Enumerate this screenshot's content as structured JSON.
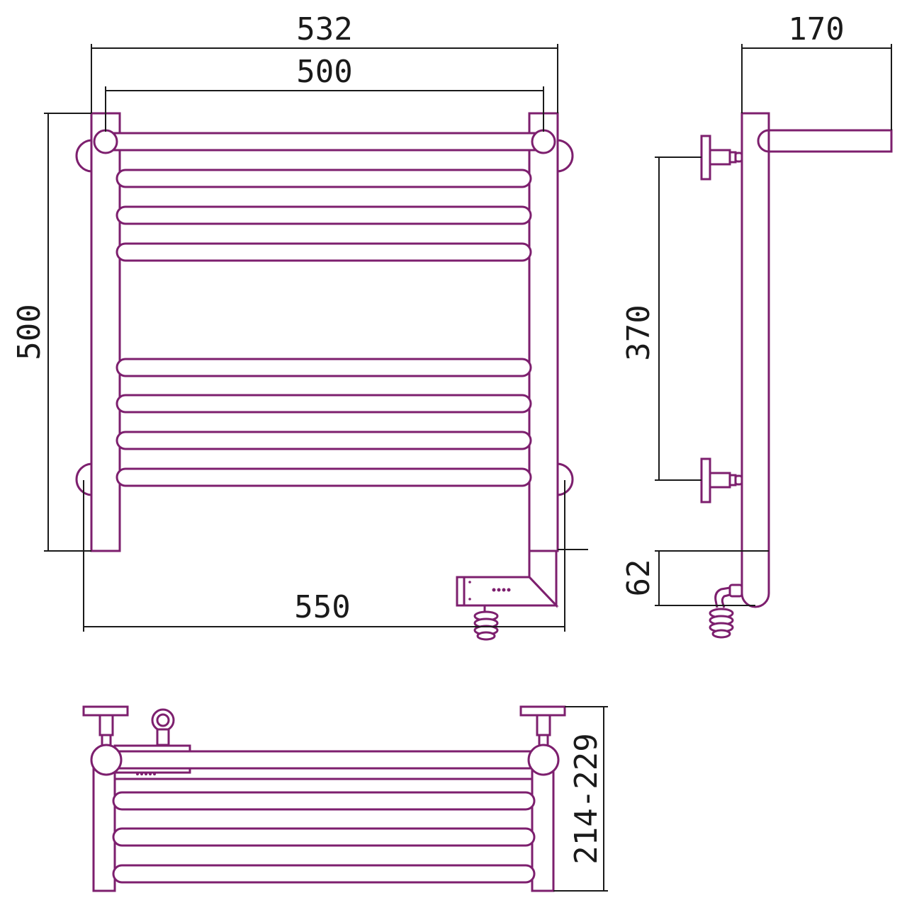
{
  "colors": {
    "tube": "#7d1f6e",
    "dimension": "#1a1a1a",
    "background": "#ffffff"
  },
  "front_view": {
    "dim_overall_width": "532",
    "dim_center_width": "500",
    "dim_height": "500",
    "dim_connection_width": "550"
  },
  "side_view": {
    "dim_depth": "170",
    "dim_bracket_spacing": "370",
    "dim_bottom_offset": "62"
  },
  "bottom_view": {
    "dim_wall_distance": "214-229"
  }
}
